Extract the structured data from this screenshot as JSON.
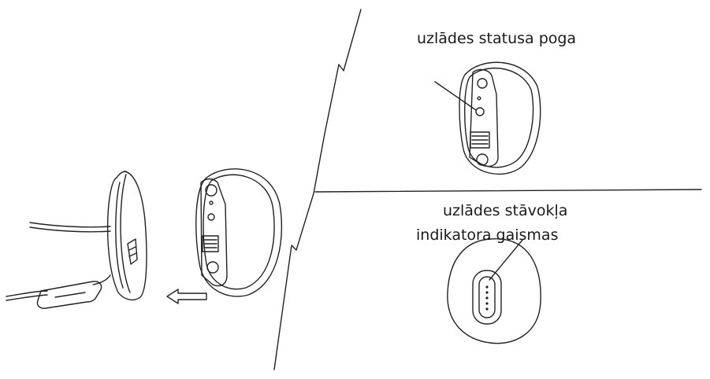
{
  "labels": {
    "charge_button": "uzlādes statusa poga",
    "indicator_line1": "uzlādes stāvokļa",
    "indicator_line2": "indikatora gaismas"
  }
}
